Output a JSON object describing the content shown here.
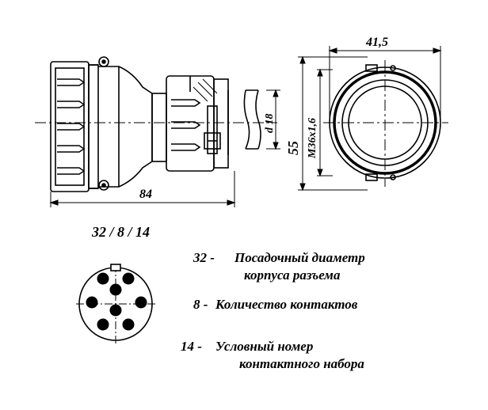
{
  "dimensions": {
    "width_top": "41,5",
    "thread": "M36x1,6",
    "cable_diameter": "d 18",
    "height": "55",
    "length": "84"
  },
  "code": "32 / 8 / 14",
  "legend": [
    {
      "num": "32 -",
      "line1": "Посадочный диаметр",
      "line2": "корпуса разъема"
    },
    {
      "num": "8 -",
      "line1": "Количество контактов",
      "line2": ""
    },
    {
      "num": "14 -",
      "line1": "Условный номер",
      "line2": "контактного набора"
    }
  ],
  "pin_count": 8
}
